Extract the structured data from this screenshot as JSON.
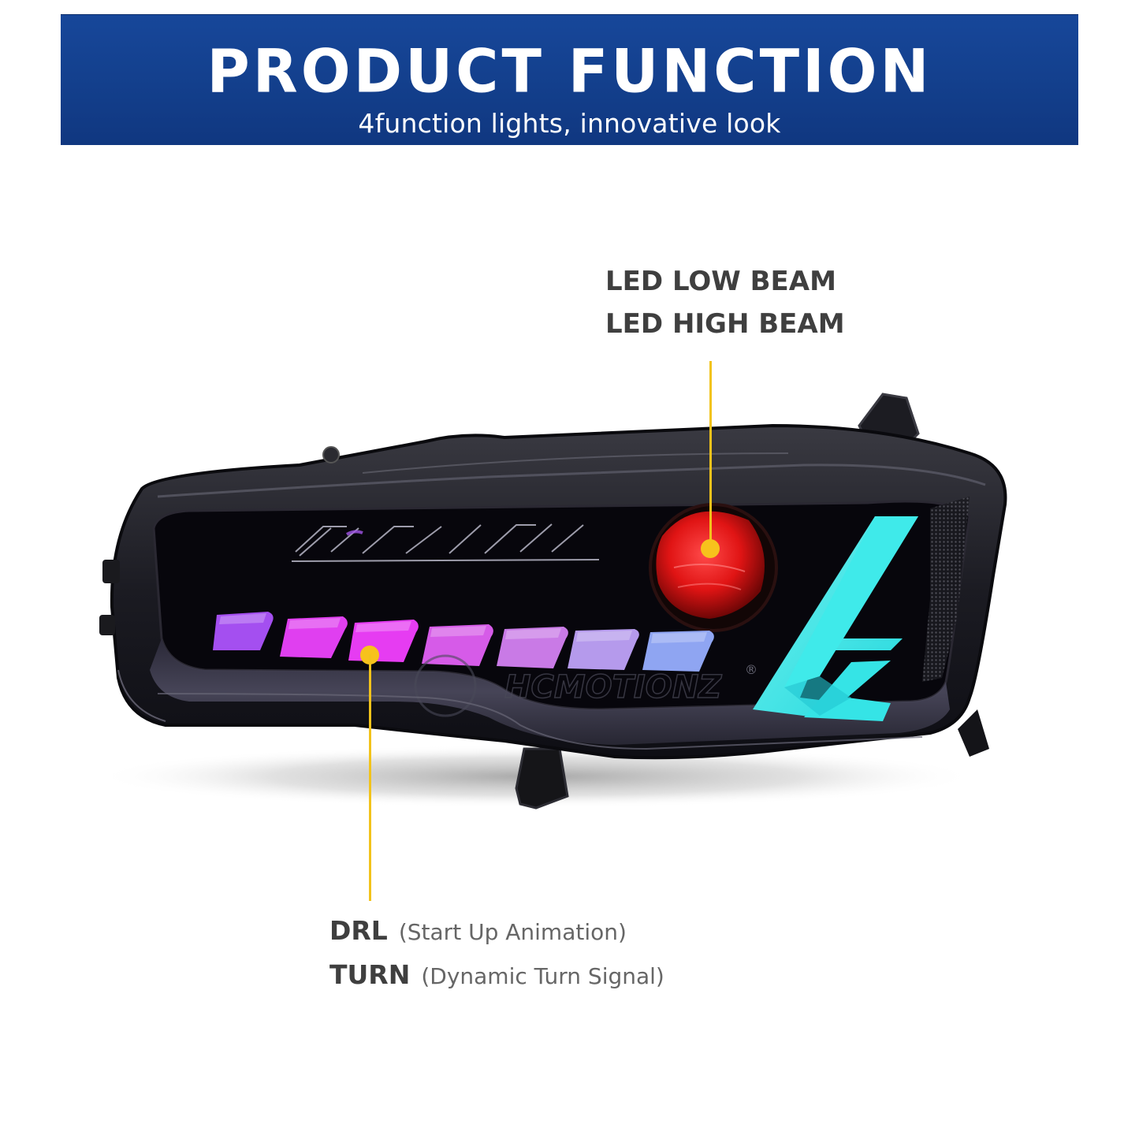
{
  "banner": {
    "title": "PRODUCT FUNCTION",
    "subtitle": "4function lights, innovative look",
    "background_color": "#15439a",
    "text_color": "#ffffff"
  },
  "product": {
    "description": "LED projector headlight assembly with sequential chevron DRL bars",
    "watermark": "HCMOTIONZ",
    "watermark_mark": "®",
    "colors": {
      "drl_bars": [
        "#a54cf0",
        "#e23ff0",
        "#e63cf2",
        "#d65ee8",
        "#c97ae6",
        "#b597ec",
        "#8ea3f2"
      ],
      "turn_chevron": "#2fe3e3",
      "projector_lens": "#e01818",
      "housing": "#0c0b14"
    }
  },
  "callouts": {
    "color": "#f5c21c",
    "beam": {
      "line1": "LED LOW BEAM",
      "line2": "LED HIGH BEAM"
    },
    "drl": {
      "label": "DRL",
      "detail": "(Start Up Animation)"
    },
    "turn": {
      "label": "TURN",
      "detail": "(Dynamic Turn Signal)"
    }
  }
}
